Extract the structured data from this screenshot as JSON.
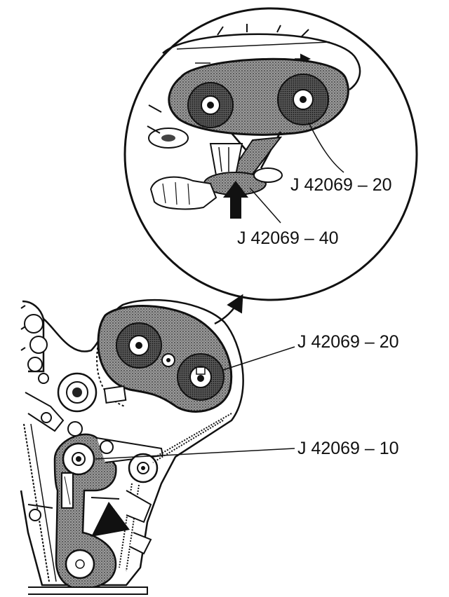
{
  "callouts": {
    "inset_tool_20": "J 42069 – 20",
    "inset_tool_40": "J 42069 – 40",
    "main_tool_20": "J 42069 – 20",
    "main_tool_10": "J 42069 – 10"
  },
  "colors": {
    "line": "#111111",
    "belt_fill": "#8a8a8a",
    "shade": "#6f6f6f",
    "background": "#ffffff"
  }
}
